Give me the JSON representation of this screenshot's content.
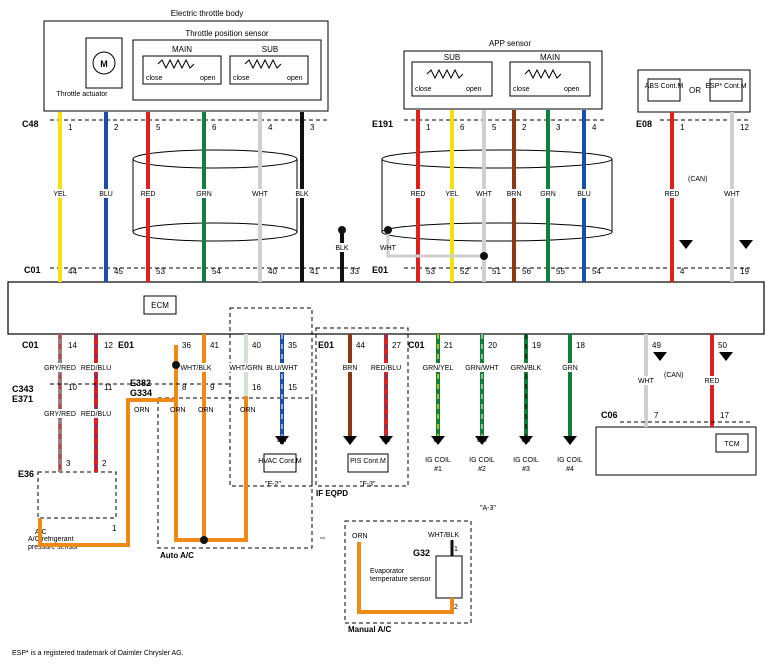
{
  "title_throttle_body": "Electric throttle body",
  "title_tps": "Throttle position sensor",
  "tps_main": "MAIN",
  "tps_sub": "SUB",
  "close": "close",
  "open": "open",
  "throttle_actuator": "Throttle actuator",
  "motor": "M",
  "app_sensor": "APP sensor",
  "app_sub": "SUB",
  "app_main": "MAIN",
  "abs_cont": "ABS Cont.M",
  "or": "OR",
  "esp_cont": "ESP* Cont.M",
  "can": "(CAN)",
  "ecm": "ECM",
  "hvac_cont": "HVAC Cont.M",
  "pis_cont": "PIS Cont.M",
  "tcm": "TCM",
  "ig_coil_label": "IG COIL",
  "ig1": "#1",
  "ig2": "#2",
  "ig3": "#3",
  "ig4": "#4",
  "ref_e2": "\"E-2\"",
  "ref_f3": "\"F-3\"",
  "ref_a3": "\"A-3\"",
  "if_eqpd": "IF EQPD",
  "auto_ac": "Auto A/C",
  "manual_ac": "Manual A/C",
  "ac_sensor": "A/C refrigerant pressure sensor",
  "evap_sensor": "Evaporator temperature sensor",
  "footnote": "ESP* is a registered trademark of Daimler Chrysler AG.",
  "connectors": {
    "c48": "C48",
    "e191": "E191",
    "e08": "E08",
    "c01": "C01",
    "e01": "E01",
    "c343": "C343",
    "e371": "E371",
    "e382": "E382",
    "g334": "G334",
    "e36": "E36",
    "c06": "C06",
    "g32": "G32"
  },
  "wires_top": [
    {
      "pin": "1",
      "color": "YEL",
      "bottom": "44",
      "hex": "#f2e20a"
    },
    {
      "pin": "2",
      "color": "BLU",
      "bottom": "45",
      "hex": "#1a4fa8"
    },
    {
      "pin": "5",
      "color": "RED",
      "bottom": "53",
      "hex": "#e0201c"
    },
    {
      "pin": "6",
      "color": "GRN",
      "bottom": "54",
      "hex": "#0f7f3a"
    },
    {
      "pin": "4",
      "color": "WHT",
      "bottom": "40",
      "hex": "#d8d8d8"
    },
    {
      "pin": "3",
      "color": "BLK",
      "bottom": "41",
      "hex": "#111111"
    },
    {
      "pin": "",
      "color": "BLK",
      "bottom": "33",
      "hex": "#111111"
    }
  ],
  "wires_app": [
    {
      "pin": "1",
      "color": "RED",
      "bottom": "53",
      "hex": "#e0201c"
    },
    {
      "pin": "6",
      "color": "YEL",
      "bottom": "52",
      "hex": "#f2e20a"
    },
    {
      "pin": "5",
      "color": "WHT",
      "bottom": "51",
      "hex": "#d8d8d8"
    },
    {
      "pin": "2",
      "color": "BRN",
      "bottom": "56",
      "hex": "#8a3a12"
    },
    {
      "pin": "3",
      "color": "GRN",
      "bottom": "55",
      "hex": "#0f7f3a"
    },
    {
      "pin": "4",
      "color": "BLU",
      "bottom": "54",
      "hex": "#1a4fa8"
    }
  ],
  "app_wht": "WHT",
  "can_wires": [
    {
      "pin": "1",
      "color": "RED",
      "bottom": "4",
      "tag": "R"
    },
    {
      "pin": "12",
      "color": "WHT",
      "bottom": "19",
      "tag": "W"
    }
  ],
  "lower_c01_a": [
    {
      "pin": "14",
      "color": "GRY/RED",
      "pin2": "10",
      "color2": "GRY/RED",
      "pin3": "3"
    },
    {
      "pin": "12",
      "color": "RED/BLU",
      "pin2": "11",
      "color2": "RED/BLU",
      "pin3": "2"
    }
  ],
  "lower_e01_a": [
    {
      "pin": "36",
      "color": "WHT/BLK",
      "pin2": "8"
    },
    {
      "pin": "41",
      "color": "",
      "pin2": "9"
    }
  ],
  "hvac_wires": [
    {
      "pin": "40",
      "color": "WHT/GRN",
      "pin2": "16"
    },
    {
      "pin": "35",
      "color": "BLU/WHT",
      "pin2": "15",
      "tag": "BW"
    }
  ],
  "orn": "ORN",
  "pis_wires": [
    {
      "pin": "44",
      "color": "BRN",
      "tag": "B"
    },
    {
      "pin": "27",
      "color": "RED/BLU",
      "tag": "RB"
    }
  ],
  "ig_wires": [
    {
      "pin": "21",
      "color": "GRN/YEL",
      "tag": "GY"
    },
    {
      "pin": "20",
      "color": "GRN/WHT",
      "tag": "GW"
    },
    {
      "pin": "19",
      "color": "GRN/BLK",
      "tag": "GB"
    },
    {
      "pin": "18",
      "color": "GRN",
      "tag": "G"
    }
  ],
  "tcm_wires": [
    {
      "pin": "49",
      "color": "WHT",
      "tag": "W",
      "pin2": "7"
    },
    {
      "pin": "50",
      "color": "RED",
      "tag": "R",
      "pin2": "17"
    }
  ],
  "g32_pins": {
    "top": "1",
    "bottom": "2",
    "color": "WHT/BLK"
  },
  "e36_pin1": "1"
}
